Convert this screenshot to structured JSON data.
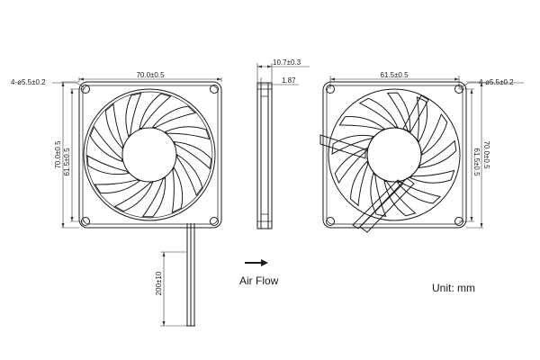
{
  "front_view": {
    "hole_spec": "4-ø5.5±0.2",
    "width_dim": "70.0±0.5",
    "height_outer_dim": "70.0±0.5",
    "height_pitch_dim": "61.5±0.5",
    "lead_length_dim": "200±10"
  },
  "side_view": {
    "thickness_dim": "10.7±0.3",
    "flange_dim": "1.87"
  },
  "back_view": {
    "hole_spec": "4-ø5.5±0.2",
    "width_pitch_dim": "61.5±0.5",
    "height_pitch_dim": "61.5±0.5",
    "height_outer_dim": "70.0±0.5"
  },
  "airflow": {
    "label": "Air Flow"
  },
  "units": {
    "label": "Unit: mm"
  }
}
